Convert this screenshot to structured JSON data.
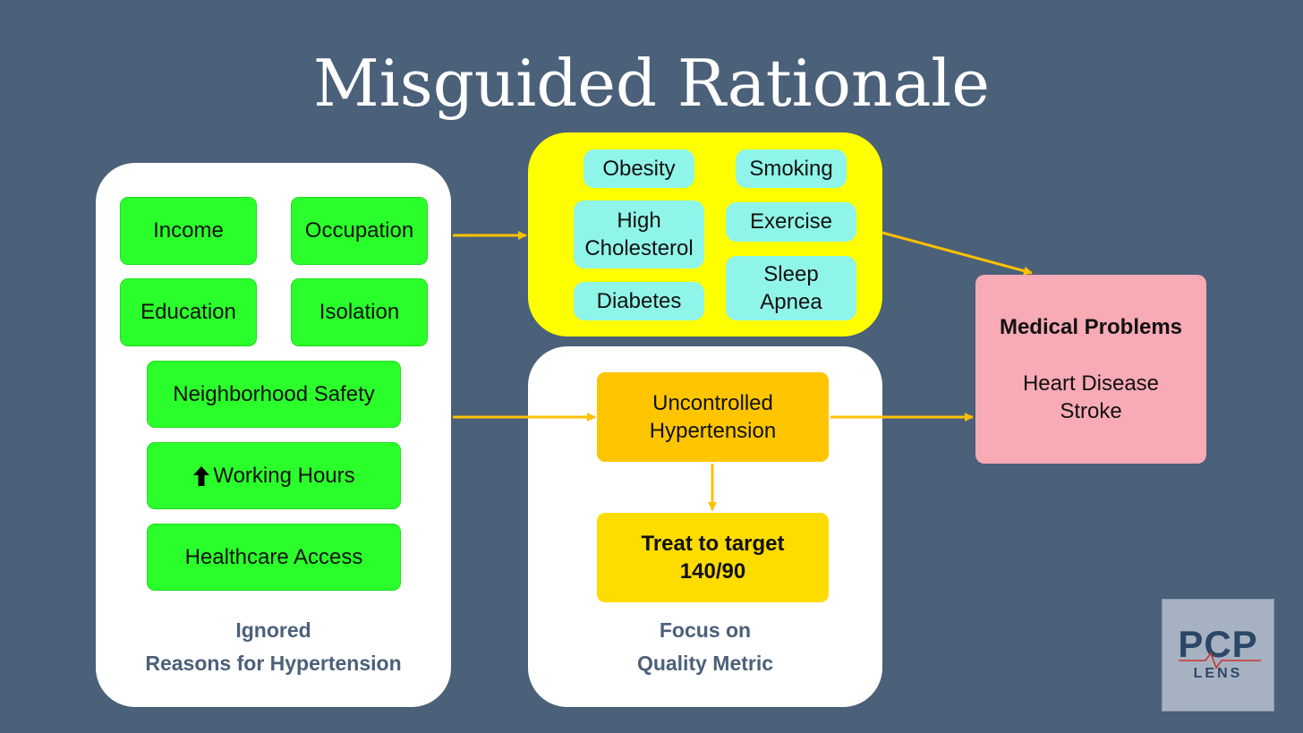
{
  "title": "Misguided Rationale",
  "ignored_panel": {
    "items": [
      "Income",
      "Occupation",
      "Education",
      "Isolation",
      "Neighborhood Safety",
      "Working Hours",
      "Healthcare Access"
    ],
    "working_hours_icon": "up-arrow-icon",
    "caption_line1": "Ignored",
    "caption_line2": "Reasons for Hypertension"
  },
  "risk_panel": {
    "items": [
      "Obesity",
      "Smoking",
      "High Cholesterol",
      "Exercise",
      "Diabetes",
      "Sleep Apnea"
    ]
  },
  "focus_panel": {
    "uncontrolled": "Uncontrolled Hypertension",
    "treat": "Treat to target 140/90",
    "caption_line1": "Focus on",
    "caption_line2": "Quality Metric"
  },
  "medical": {
    "heading": "Medical Problems",
    "line1": "Heart Disease",
    "line2": "Stroke"
  },
  "logo": {
    "text": "PCP",
    "subtext": "LENS"
  },
  "colors": {
    "background": "#4b6079",
    "social_box": "#2bff2b",
    "risk_panel": "#ffff00",
    "risk_box": "#8ff5e8",
    "hypertension_box": "#ffc600",
    "target_box": "#ffdc00",
    "medical_box": "#f8aab5",
    "arrow": "#ffc000"
  }
}
